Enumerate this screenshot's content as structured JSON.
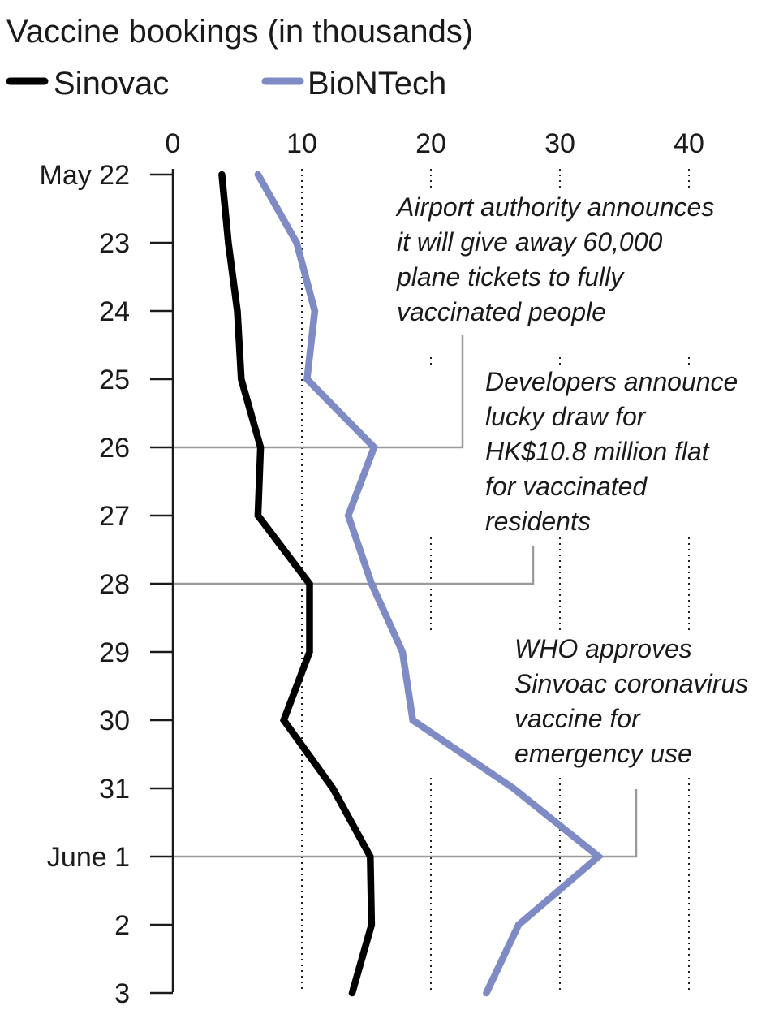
{
  "chart_data": {
    "type": "line",
    "orientation": "horizontal-values-vertical-dates",
    "title": "Vaccine bookings (in thousands)",
    "xlim": [
      0,
      45
    ],
    "x_ticks": [
      0,
      10,
      20,
      30,
      40
    ],
    "categories": [
      "May 22",
      "23",
      "24",
      "25",
      "26",
      "27",
      "28",
      "29",
      "30",
      "31",
      "June 1",
      "2",
      "3"
    ],
    "series": [
      {
        "name": "Sinovac",
        "color": "#000000",
        "values": [
          3.8,
          4.3,
          5.0,
          5.3,
          6.8,
          6.6,
          10.6,
          10.6,
          8.6,
          12.4,
          15.3,
          15.4,
          13.9
        ]
      },
      {
        "name": "BioNTech",
        "color": "#7f8bc4",
        "values": [
          6.6,
          9.6,
          11.0,
          10.4,
          15.6,
          13.6,
          15.4,
          17.8,
          18.6,
          26.4,
          33.0,
          26.8,
          24.3
        ]
      }
    ],
    "grid": "vertical-dotted",
    "legend": "top-left",
    "annotations": [
      {
        "lines": [
          "Airport authority announces",
          "it will give away 60,000",
          "plane tickets to fully",
          "vaccinated people"
        ],
        "category_index": 4
      },
      {
        "lines": [
          "Developers announce",
          "lucky draw for",
          "HK$10.8 million flat",
          "for vaccinated",
          "residents"
        ],
        "category_index": 6
      },
      {
        "lines": [
          "WHO approves",
          "Sinvoac coronavirus",
          "vaccine for",
          "emergency use"
        ],
        "category_index": 10
      }
    ]
  }
}
